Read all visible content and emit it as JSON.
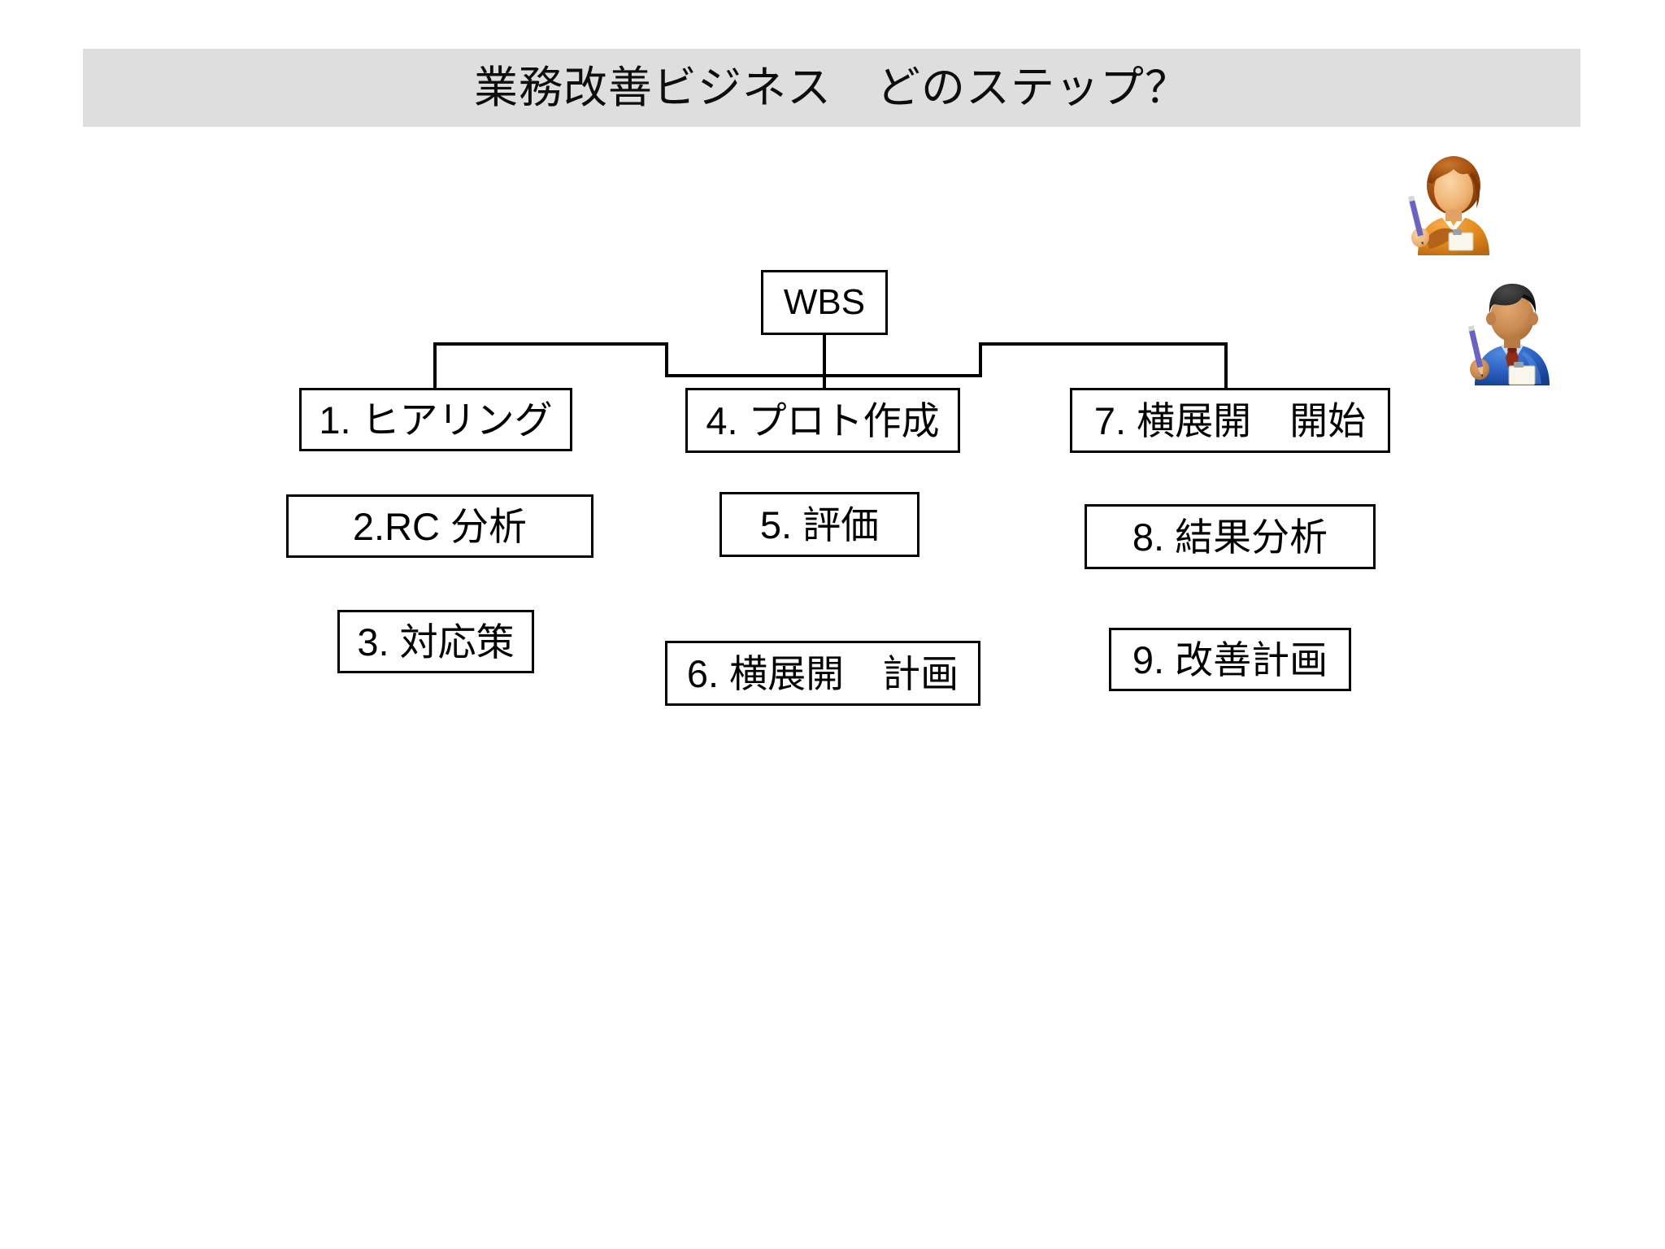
{
  "slide": {
    "background_color": "#ffffff",
    "title_bar_color": "#dedede",
    "title": "業務改善ビジネス　どのステップ？"
  },
  "diagram": {
    "type": "hierarchy-tree",
    "root": {
      "id": "wbs",
      "label": "WBS"
    },
    "columns": [
      {
        "name": "column-left",
        "nodes": [
          {
            "id": "step-1",
            "number": "1",
            "label": "1. ヒアリング"
          },
          {
            "id": "step-2",
            "number": "2",
            "label": "2.RC 分析"
          },
          {
            "id": "step-3",
            "number": "3",
            "label": "3. 対応策"
          }
        ]
      },
      {
        "name": "column-center",
        "nodes": [
          {
            "id": "step-4",
            "number": "4",
            "label": "4. プロト作成"
          },
          {
            "id": "step-5",
            "number": "5",
            "label": "5. 評価"
          },
          {
            "id": "step-6",
            "number": "6",
            "label": "6. 横展開　計画"
          }
        ]
      },
      {
        "name": "column-right",
        "nodes": [
          {
            "id": "step-7",
            "number": "7",
            "label": "7. 横展開　開始"
          },
          {
            "id": "step-8",
            "number": "8",
            "label": "8. 結果分析"
          },
          {
            "id": "step-9",
            "number": "9",
            "label": "9. 改善計画"
          }
        ]
      }
    ],
    "line_color": "#000000",
    "box_border_color": "#000000",
    "box_fill_color": "#ffffff"
  },
  "clipart": [
    {
      "id": "person-female",
      "name": "person-with-pencil-female-icon",
      "alt": "オレンジ色の服を着た女性のイラスト（鉛筆と名札）",
      "hair_color": "#9c4a16",
      "skin_color": "#f0b070",
      "shirt_color": "#e08a22",
      "pencil_color": "#5a5ab4",
      "badge_color": "#f7f4e8"
    },
    {
      "id": "person-male",
      "name": "person-with-pencil-male-icon",
      "alt": "青いスーツを着た男性のイラスト（鉛筆と名札）",
      "hair_color": "#2b2b2b",
      "skin_color": "#c88a50",
      "shirt_color": "#2f63c4",
      "tie_color": "#8f2d18",
      "pencil_color": "#5a5ab4",
      "badge_color": "#f7f4e8"
    }
  ]
}
